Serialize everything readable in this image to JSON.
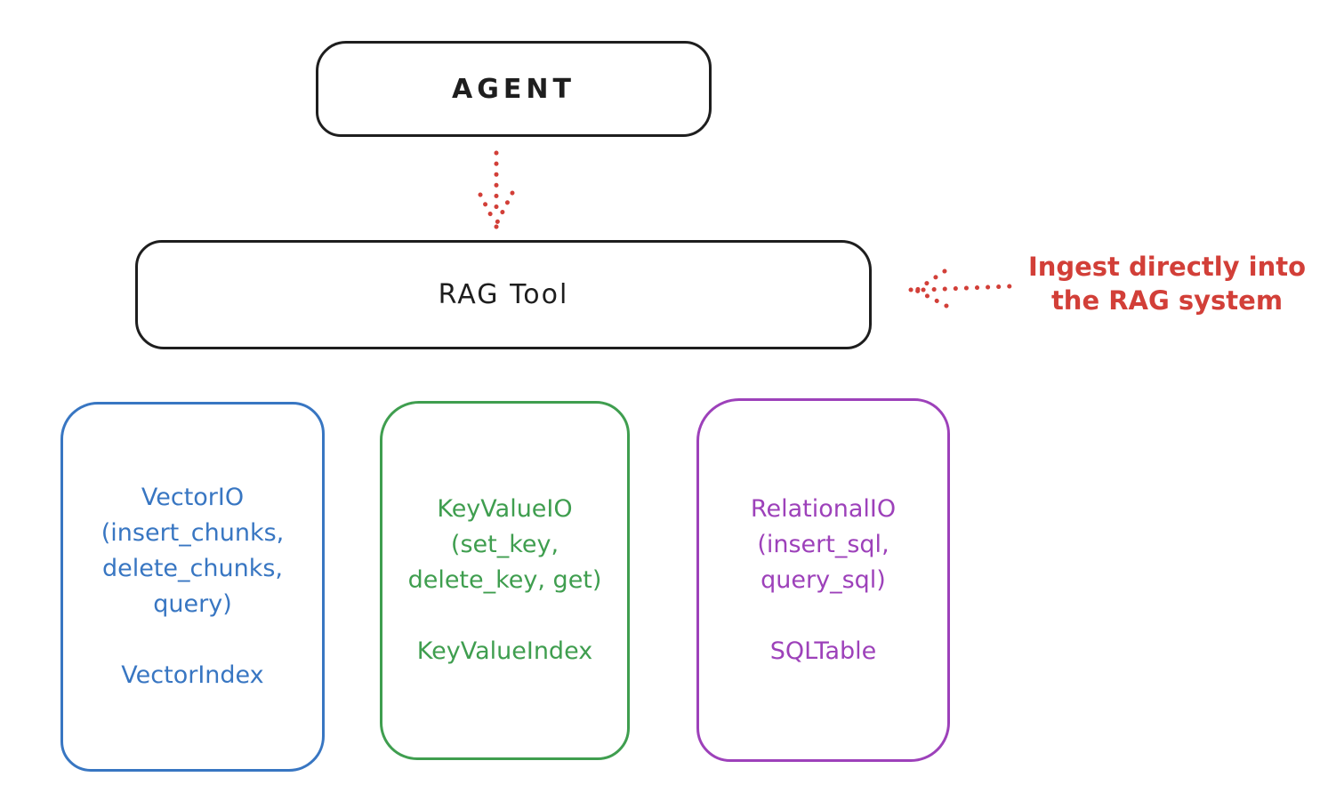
{
  "colors": {
    "ink": "#1e1e1e",
    "red": "#d23f38",
    "blue": "#3876c2",
    "green": "#3f9e4f",
    "purple": "#9d41ba"
  },
  "agent_box": {
    "label": "AGENT"
  },
  "rag_tool_box": {
    "label": "RAG Tool"
  },
  "annotation": {
    "line1": "Ingest directly into",
    "line2": "the RAG system"
  },
  "io_boxes": [
    {
      "name": "vector-io",
      "lines": [
        "VectorIO",
        "(insert_chunks,",
        "delete_chunks,",
        "query)"
      ],
      "index_label": "VectorIndex"
    },
    {
      "name": "keyvalue-io",
      "lines": [
        "KeyValueIO",
        "(set_key,",
        "delete_key, get)"
      ],
      "index_label": "KeyValueIndex"
    },
    {
      "name": "relational-io",
      "lines": [
        "RelationalIO",
        "(insert_sql,",
        "query_sql)"
      ],
      "index_label": "SQLTable"
    }
  ],
  "arrows": [
    {
      "name": "agent-to-rag-tool",
      "style": "dotted"
    },
    {
      "name": "annotation-to-rag-tool",
      "style": "dotted"
    }
  ]
}
